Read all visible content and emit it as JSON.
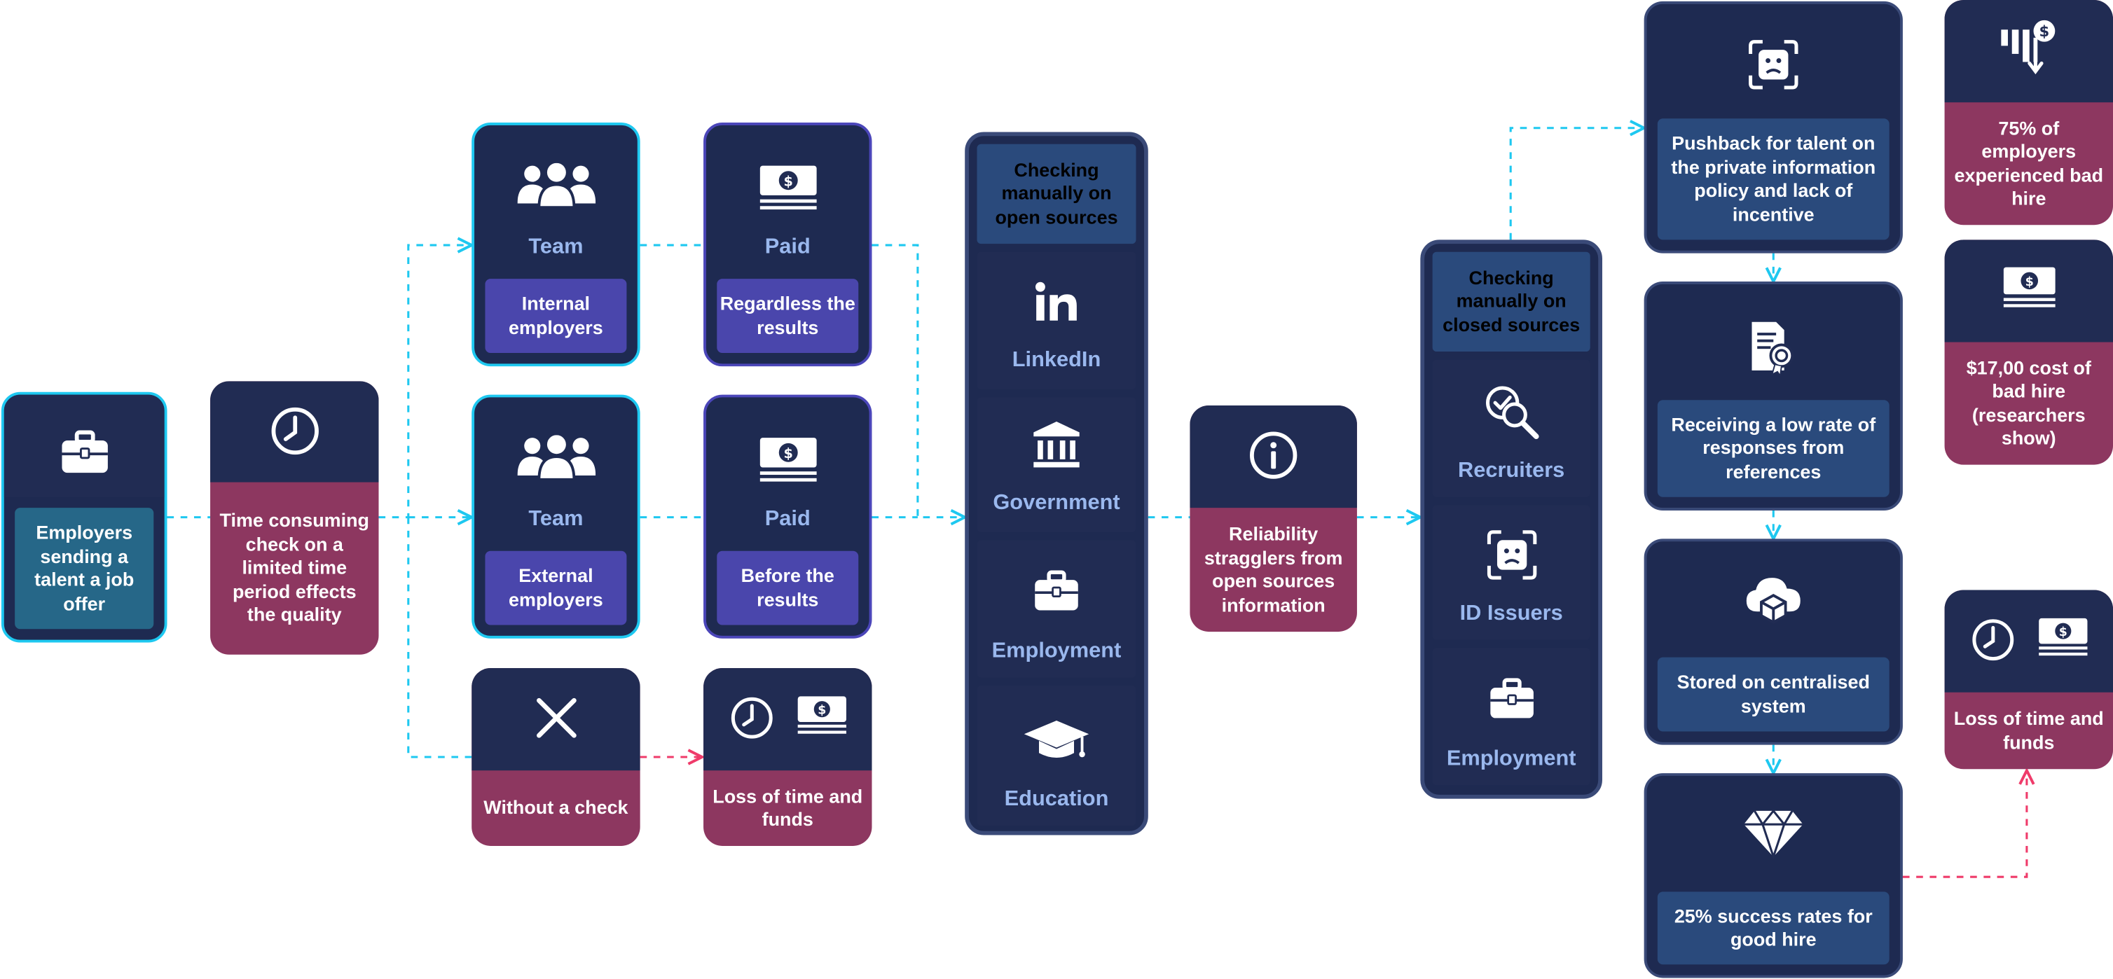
{
  "colors": {
    "navy": "#1e2a51",
    "pink": "#8d3760",
    "purple": "#4a46ac",
    "teal": "#266788",
    "steel_blue": "#2a4a7c",
    "cyan_outline": "#1ec8f0",
    "connector_cyan": "#1ec8f0",
    "connector_red": "#ef3b6a",
    "caption_blue": "#9ab8ee"
  },
  "nodes": {
    "employers": {
      "icon": "briefcase-icon",
      "label": "Employers sending a talent a job offer"
    },
    "time_check": {
      "icon": "clock-icon",
      "label": "Time consuming check on a limited time period effects the quality"
    },
    "team_internal": {
      "icon": "people-icon",
      "caption": "Team",
      "label": "Internal employers"
    },
    "team_external": {
      "icon": "people-icon",
      "caption": "Team",
      "label": "External employers"
    },
    "without_check": {
      "icon": "close-icon",
      "label": "Without a check"
    },
    "paid_regardless": {
      "icon": "banknote-icon",
      "caption": "Paid",
      "label": "Regardless the results"
    },
    "paid_before": {
      "icon": "banknote-icon",
      "caption": "Paid",
      "label": "Before the results"
    },
    "loss_left": {
      "icons": [
        "clock-icon",
        "banknote-icon"
      ],
      "label": "Loss of time and funds"
    },
    "open_sources": {
      "header": "Checking manually on open sources",
      "items": [
        {
          "icon": "linkedin-icon",
          "label": "LinkedIn"
        },
        {
          "icon": "bank-icon",
          "label": "Government"
        },
        {
          "icon": "briefcase-icon",
          "label": "Employment"
        },
        {
          "icon": "graduation-cap-icon",
          "label": "Education"
        }
      ]
    },
    "reliability": {
      "icon": "info-icon",
      "label": "Reliability stragglers from open sources information"
    },
    "closed_sources": {
      "header": "Checking manually on closed sources",
      "items": [
        {
          "icon": "search-check-icon",
          "label": "Recruiters"
        },
        {
          "icon": "sad-face-id-icon",
          "label": "ID Issuers"
        },
        {
          "icon": "briefcase-icon",
          "label": "Employment"
        }
      ]
    },
    "pushback": {
      "icon": "sad-face-id-icon",
      "label": "Pushback for talent on the private information policy and lack of incentive"
    },
    "low_rate": {
      "icon": "certificate-icon",
      "label": "Receiving a low rate of responses from references"
    },
    "stored": {
      "icon": "cloud-box-icon",
      "label": "Stored on centralised system"
    },
    "success": {
      "icon": "diamond-icon",
      "label": "25% success rates for good hire"
    },
    "stat_bad_hire": {
      "icon": "falling-chart-dollar-icon",
      "label": "75% of employers experienced bad hire"
    },
    "stat_cost": {
      "icon": "banknote-icon",
      "label": "$17,00 cost of bad hire (researchers show)"
    },
    "loss_right": {
      "icons": [
        "clock-icon",
        "banknote-icon"
      ],
      "label": "Loss of time and funds"
    }
  }
}
